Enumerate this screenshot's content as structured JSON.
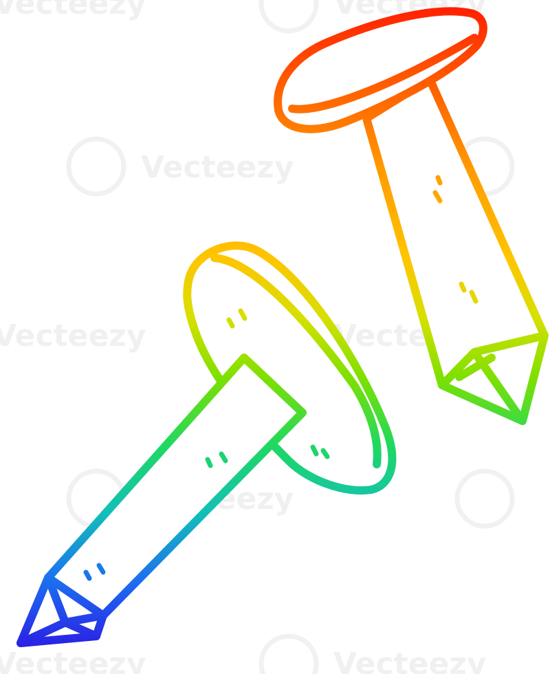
{
  "illustration": {
    "subject": "two cartoon nails",
    "style": "rainbow gradient line art on white",
    "gradient_colors": [
      "#ff1a00",
      "#ff8c00",
      "#ffd000",
      "#b6e600",
      "#22d84a",
      "#18c4b0",
      "#1e6cf0",
      "#2a00e0"
    ]
  },
  "watermark": {
    "text": "Vecteezy"
  }
}
